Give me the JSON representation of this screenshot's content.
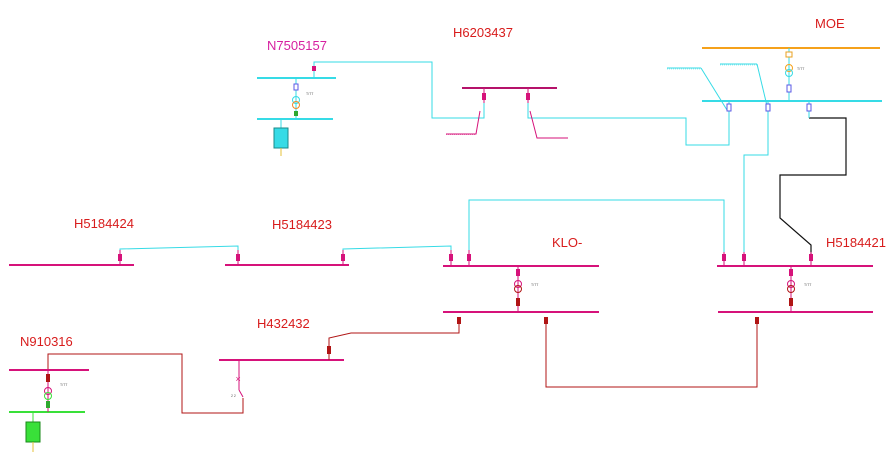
{
  "labels": {
    "n7505157": "N7505157",
    "h6203437": "H6203437",
    "moe": "MOE",
    "h5184424": "H5184424",
    "h5184423": "H5184423",
    "klo": "KLO-",
    "h5184421": "H5184421",
    "h432432": "H432432",
    "n910316": "N910316"
  },
  "colors": {
    "magenta": "#d6127a",
    "label_red": "#d81c1c",
    "label_magenta": "#d61fa0",
    "cyan": "#36dbe6",
    "orange": "#f5a11b",
    "green": "#39e039",
    "darkred": "#b01515",
    "black": "#111111"
  }
}
